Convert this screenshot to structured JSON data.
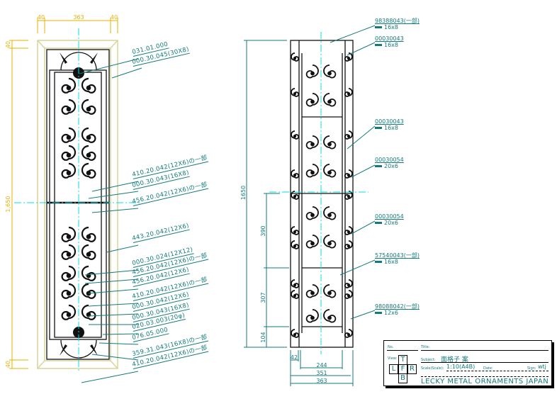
{
  "left_view": {
    "dims_top": [
      "40",
      "363",
      "40"
    ],
    "dims_left": [
      "40",
      "1,650",
      "40"
    ],
    "labels": [
      "031.01.000",
      "000.30.045(30X8)",
      "410.20.042(12X6)の一部",
      "000.30.043(16X8)",
      "456.20.042(12X6)の一部",
      "443.20.042(12X6)",
      "000.30.024(12X12)",
      "456.20.042(12X6)の一部",
      "456.20.042(12X6)",
      "410.20.042(12X6)の一部",
      "000.30.042(12X6)",
      "000.30.043(16X8)",
      "020.03.003(20φ)",
      "076.05.000",
      "359.31.043(16X8)の一部",
      "410.20.042(12X6)の一部"
    ]
  },
  "right_view": {
    "dims_vertical": [
      "1650",
      "390",
      "307",
      "104"
    ],
    "dims_bottom": [
      "42",
      "244",
      "351",
      "363"
    ],
    "labels": [
      {
        "code": "98388043(一部)",
        "size": "16x8"
      },
      {
        "code": "00030043",
        "size": "16x8"
      },
      {
        "code": "00030043",
        "size": "16x8"
      },
      {
        "code": "00030054",
        "size": "20x6"
      },
      {
        "code": "00030054",
        "size": "20x6"
      },
      {
        "code": "57540043(一部)",
        "size": "16x8"
      },
      {
        "code": "98088042(一部)",
        "size": "12x6"
      }
    ]
  },
  "title_block": {
    "no_label": "No.",
    "title_label": "Title:",
    "view_label": "View:",
    "subject_label": "Subject:",
    "subject_value": "面格子 案",
    "scale_label": "Scale(Scale):",
    "scale_value": "1:10(A4B)",
    "date_label": "Date:",
    "sign_label": "Sign:",
    "sign_value": "wtj",
    "views": [
      "T",
      "L",
      "F",
      "R",
      "B"
    ],
    "company": "LECKY METAL ORNAMENTS JAPAN"
  },
  "colors": {
    "dimension": "#e8b000",
    "leader": "#137a7a",
    "centerline": "#00e0e0",
    "frame": "#d8d49a"
  }
}
